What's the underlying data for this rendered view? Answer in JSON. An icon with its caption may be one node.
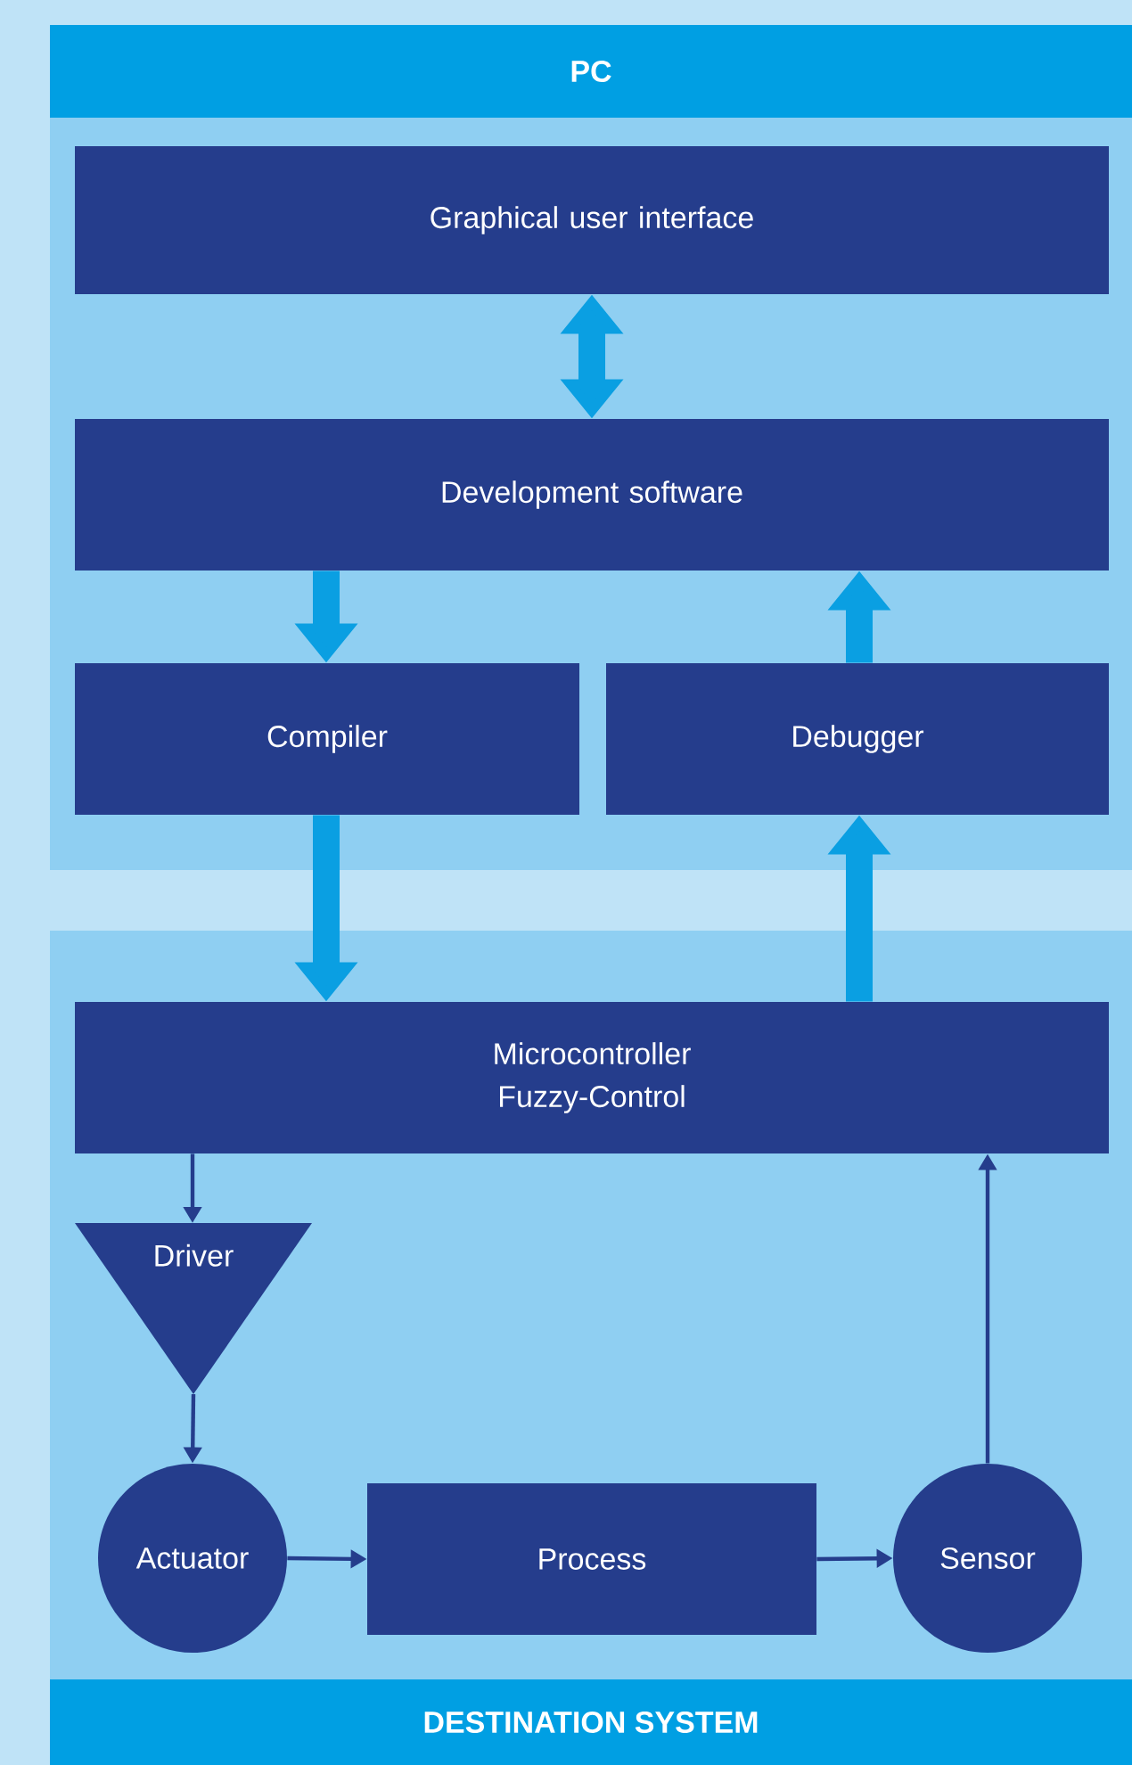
{
  "diagram": {
    "nodes": [
      {
        "text": [
          "PC"
        ]
      },
      {
        "text": [
          "Graphical user interface"
        ],
        "in": 0
      },
      {
        "text": [
          "Development software"
        ],
        "in": 0
      },
      {
        "text": [
          "Compiler"
        ],
        "in": 0
      },
      {
        "text": [
          "Debugger"
        ],
        "in": 0
      },
      {
        "text": [
          "DESTINATION SYSTEM"
        ]
      },
      {
        "text": [
          "Microcontroller Fuzzy-Control"
        ],
        "in": 5
      },
      {
        "text": [
          "Driver"
        ],
        "in": 5
      },
      {
        "text": [
          "Actuator"
        ],
        "in": 5
      },
      {
        "text": [
          "Process"
        ],
        "in": 5
      },
      {
        "text": [
          "Sensor"
        ],
        "in": 5
      }
    ],
    "edges": [
      {
        "from": 1,
        "to": 2,
        "arrow": "both",
        "style": "thick",
        "color": "#0a9fe2"
      },
      {
        "from": 2,
        "to": 3,
        "arrow": "to",
        "style": "thick",
        "color": "#0a9fe2"
      },
      {
        "from": 4,
        "to": 2,
        "arrow": "to",
        "style": "thick",
        "color": "#0a9fe2"
      },
      {
        "from": 3,
        "to": 6,
        "arrow": "to",
        "style": "thick",
        "color": "#0a9fe2"
      },
      {
        "from": 6,
        "to": 4,
        "arrow": "to",
        "style": "thick",
        "color": "#0a9fe2"
      },
      {
        "from": 6,
        "to": 7,
        "arrow": "to",
        "color": "#253d8c"
      },
      {
        "from": 7,
        "to": 8,
        "arrow": "to",
        "color": "#253d8c"
      },
      {
        "from": 8,
        "to": 9,
        "arrow": "to",
        "color": "#253d8c"
      },
      {
        "from": 9,
        "to": 10,
        "arrow": "to",
        "color": "#253d8c"
      },
      {
        "from": 10,
        "to": 6,
        "arrow": "to",
        "color": "#253d8c"
      }
    ]
  }
}
